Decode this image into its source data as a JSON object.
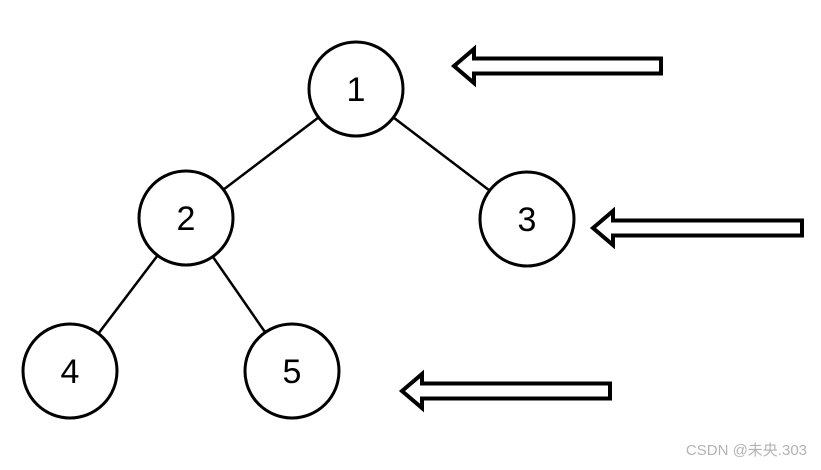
{
  "diagram": {
    "type": "binary-tree",
    "nodes": [
      {
        "id": "node-1",
        "label": "1",
        "level": 1
      },
      {
        "id": "node-2",
        "label": "2",
        "level": 2
      },
      {
        "id": "node-3",
        "label": "3",
        "level": 2
      },
      {
        "id": "node-4",
        "label": "4",
        "level": 3
      },
      {
        "id": "node-5",
        "label": "5",
        "level": 3
      }
    ],
    "edges": [
      {
        "from": "1",
        "to": "2"
      },
      {
        "from": "1",
        "to": "3"
      },
      {
        "from": "2",
        "to": "4"
      },
      {
        "from": "2",
        "to": "5"
      }
    ],
    "arrows": [
      {
        "id": "arrow-level-1",
        "direction": "left",
        "level": 1
      },
      {
        "id": "arrow-level-2",
        "direction": "left",
        "level": 2
      },
      {
        "id": "arrow-level-3",
        "direction": "left",
        "level": 3
      }
    ],
    "colors": {
      "background": "#ffffff",
      "stroke": "#000000",
      "node_fill": "#ffffff",
      "arrow_fill": "#ffffff"
    }
  },
  "watermark": {
    "text": "CSDN @未央.303",
    "color": "#b3b3b3"
  }
}
